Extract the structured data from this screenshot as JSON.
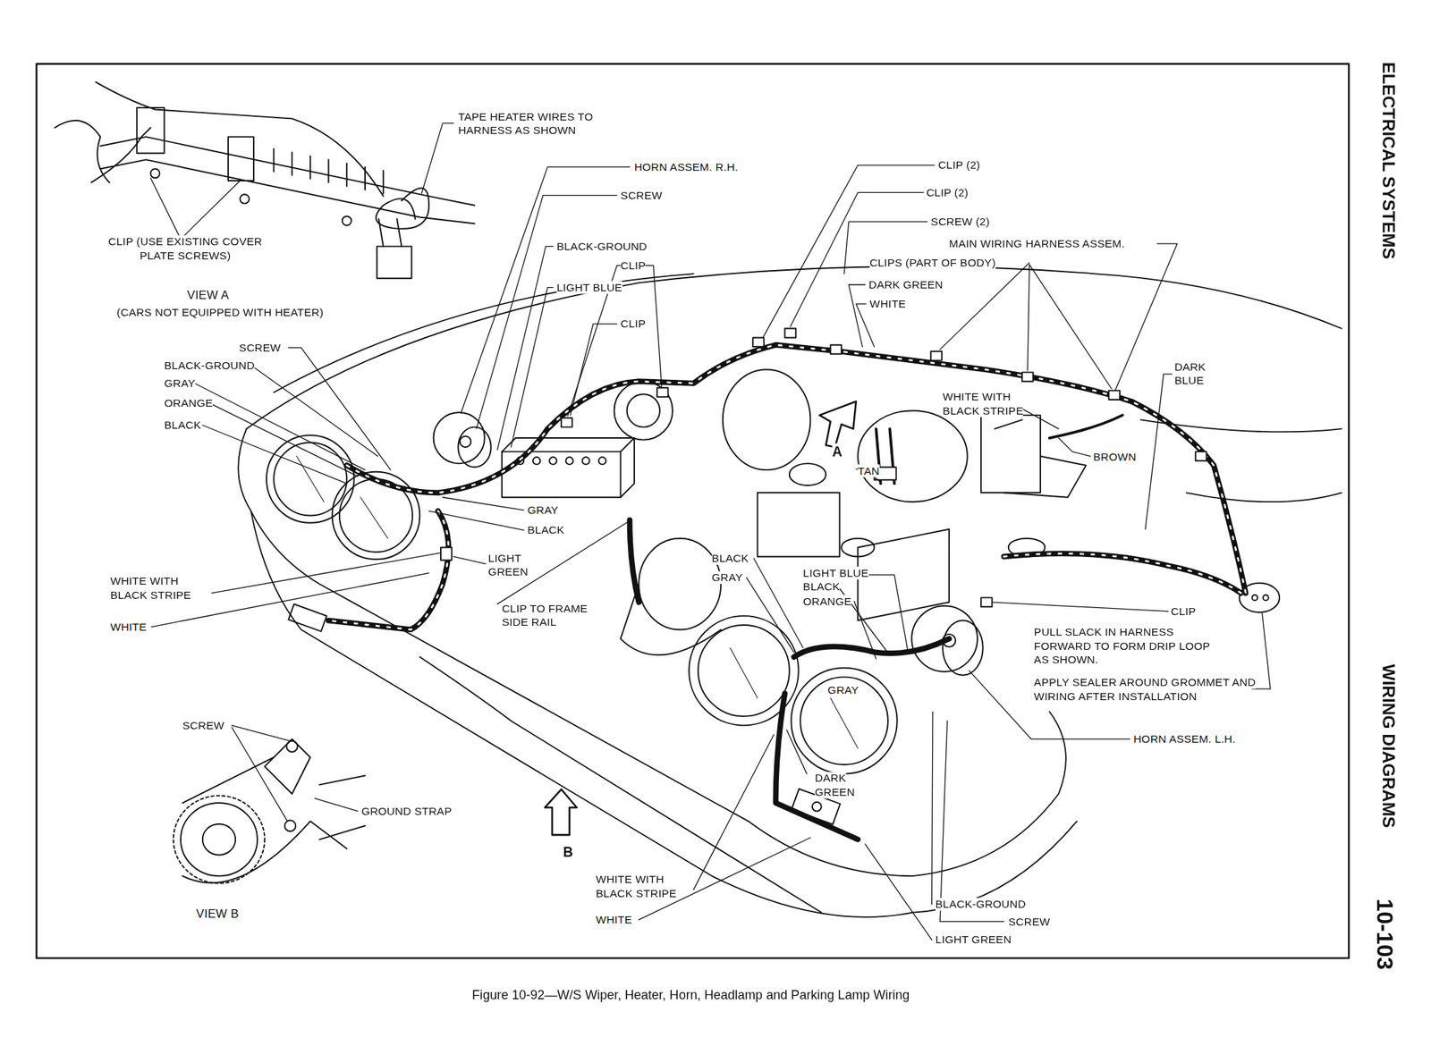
{
  "diagram": {
    "caption": "Figure 10-92—W/S Wiper, Heater, Horn, Headlamp and Parking Lamp Wiring",
    "labels": [
      "TAPE HEATER WIRES TO HARNESS AS SHOWN",
      "CLIP (USE EXISTING COVER PLATE SCREWS)",
      "VIEW A",
      "(CARS NOT EQUIPPED WITH HEATER)",
      "HORN ASSEM. R.H.",
      "SCREW",
      "BLACK-GROUND",
      "CLIP",
      "LIGHT BLUE",
      "CLIP",
      "SCREW",
      "BLACK-GROUND",
      "GRAY",
      "ORANGE",
      "BLACK",
      "CLIP (2)",
      "CLIP (2)",
      "SCREW (2)",
      "MAIN WIRING HARNESS ASSEM.",
      "CLIPS (PART OF BODY)",
      "DARK GREEN",
      "WHITE",
      "DARK BLUE",
      "WHITE WITH BLACK STRIPE",
      "A",
      "TAN",
      "BROWN",
      "GRAY",
      "BLACK",
      "LIGHT GREEN",
      "WHITE WITH BLACK STRIPE",
      "WHITE",
      "CLIP TO FRAME SIDE RAIL",
      "BLACK",
      "GRAY",
      "LIGHT BLUE",
      "BLACK",
      "ORANGE",
      "CLIP",
      "PULL SLACK IN HARNESS FORWARD TO FORM DRIP LOOP AS SHOWN.",
      "APPLY SEALER AROUND GROMMET AND WIRING AFTER INSTALLATION",
      "GRAY",
      "HORN ASSEM. L.H.",
      "SCREW",
      "GROUND STRAP",
      "VIEW B",
      "B",
      "DARK GREEN",
      "WHITE WITH BLACK STRIPE",
      "WHITE",
      "BLACK-GROUND",
      "SCREW",
      "LIGHT GREEN",
      "ELECTRICAL SYSTEMS",
      "WIRING DIAGRAMS",
      "10-103"
    ]
  }
}
